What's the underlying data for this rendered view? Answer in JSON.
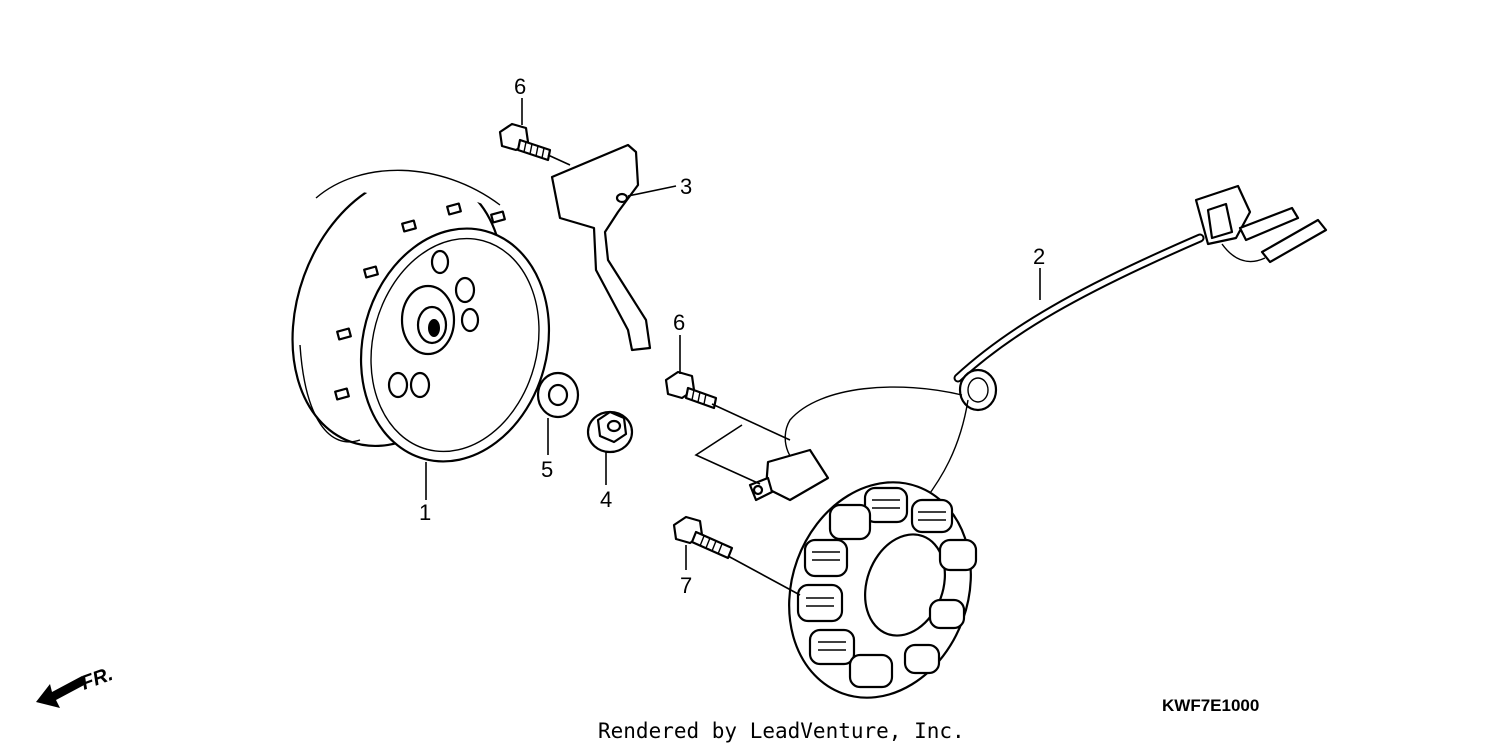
{
  "diagram": {
    "code": "KWF7E1000",
    "credit": "Rendered by LeadVenture, Inc.",
    "front_marker": "FR.",
    "callouts": [
      {
        "label": "1",
        "part": "flywheel"
      },
      {
        "label": "2",
        "part": "stator-with-harness"
      },
      {
        "label": "3",
        "part": "bracket"
      },
      {
        "label": "4",
        "part": "flange-nut"
      },
      {
        "label": "5",
        "part": "washer"
      },
      {
        "label": "6",
        "part": "bolt-upper"
      },
      {
        "label": "6",
        "part": "bolt-middle"
      },
      {
        "label": "7",
        "part": "bolt-lower"
      }
    ]
  }
}
